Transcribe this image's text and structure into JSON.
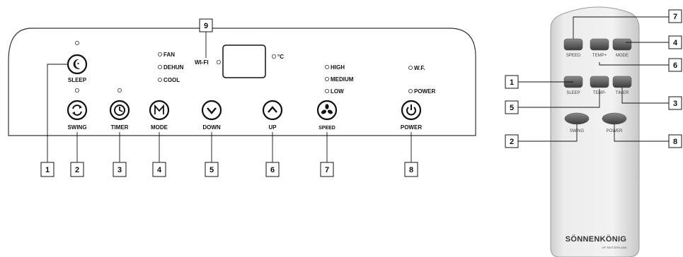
{
  "panel": {
    "buttons": [
      {
        "key": "sleep",
        "label": "SLEEP",
        "callout": "1"
      },
      {
        "key": "swing",
        "label": "SWING",
        "callout": "2"
      },
      {
        "key": "timer",
        "label": "TIMER",
        "callout": "3"
      },
      {
        "key": "mode",
        "label": "MODE",
        "callout": "4"
      },
      {
        "key": "down",
        "label": "DOWN",
        "callout": "5"
      },
      {
        "key": "up",
        "label": "UP",
        "callout": "6"
      },
      {
        "key": "speed",
        "label": "SPEED",
        "callout": "7"
      },
      {
        "key": "power",
        "label": "POWER",
        "callout": "8"
      }
    ],
    "mode_leds": [
      "FAN",
      "DEHUN",
      "COOL"
    ],
    "speed_leds": [
      "HIGH",
      "MEDIUM",
      "LOW"
    ],
    "status_leds": [
      "W.F.",
      "POWER"
    ],
    "wifi_label": "WI-FI",
    "wifi_callout": "9",
    "unit_label": "°C"
  },
  "remote": {
    "buttons": {
      "speed": "SPEED",
      "temp_plus": "TEMP+",
      "mode": "MODE",
      "sleep": "SLEEP",
      "temp_minus": "TEMP-",
      "timer": "TIMER",
      "swing": "SWING",
      "power": "POWER"
    },
    "callouts": {
      "speed": "7",
      "mode": "4",
      "temp_plus": "6",
      "sleep": "1",
      "timer": "3",
      "temp_minus": "5",
      "swing": "2",
      "power": "8"
    },
    "brand": "SÖNNENKÖNIG",
    "brand_sub": "OF SWITZERLAND"
  }
}
